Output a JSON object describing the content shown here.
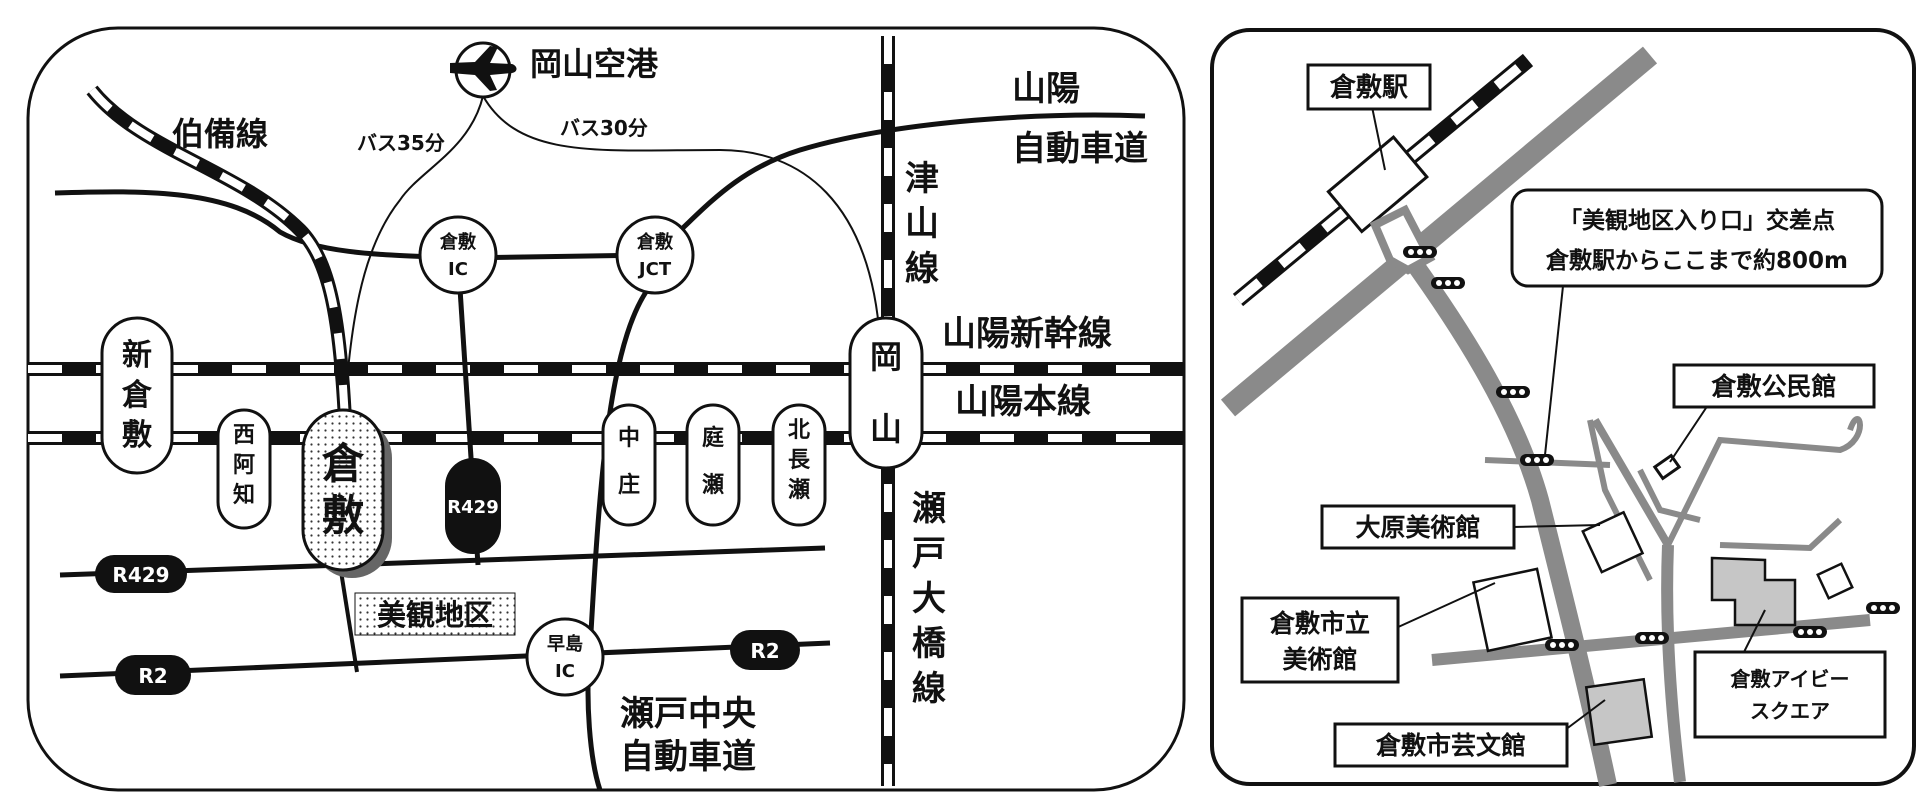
{
  "left_map": {
    "airport": "岡山空港",
    "hakubi_line": "伯備線",
    "bus_35": "バス35分",
    "bus_30": "バス30分",
    "sanyo_expressway": [
      "山陽",
      "自動車道"
    ],
    "tsuyama_line": [
      "津",
      "山",
      "線"
    ],
    "shinkansen": "山陽新幹線",
    "main_line": "山陽本線",
    "seto_ohashi_line": [
      "瀬",
      "戸",
      "大",
      "橋",
      "線"
    ],
    "seto_chuo_expressway": [
      "瀬戸中央",
      "自動車道"
    ],
    "bikan_district": "美観地区",
    "kurashiki_ic": [
      "倉敷",
      "IC"
    ],
    "kurashiki_jct": [
      "倉敷",
      "JCT"
    ],
    "hayashima_ic": [
      "早島",
      "IC"
    ],
    "routes": {
      "r429_left": "R429",
      "r429_vertical": "R429",
      "r2_left": "R2",
      "r2_right": "R2"
    },
    "stations": {
      "shin_kurashiki": [
        "新",
        "倉",
        "敷"
      ],
      "nishiachi": [
        "西",
        "阿",
        "知"
      ],
      "kurashiki": [
        "倉",
        "敷"
      ],
      "nakasho": [
        "中",
        "庄"
      ],
      "niwase": [
        "庭",
        "瀬"
      ],
      "kitanagase": [
        "北",
        "長",
        "瀬"
      ],
      "okayama": [
        "岡",
        "山"
      ]
    }
  },
  "right_map": {
    "kurashiki_station": "倉敷駅",
    "callout": [
      "「美観地区入り口」交差点",
      "倉敷駅からここまで約800m"
    ],
    "kominkan": "倉敷公民館",
    "ohara_museum": "大原美術館",
    "city_museum": [
      "倉敷市立",
      "美術館"
    ],
    "ivy_square": [
      "倉敷アイビー",
      "スクエア"
    ],
    "geibunkan": "倉敷市芸文館"
  }
}
